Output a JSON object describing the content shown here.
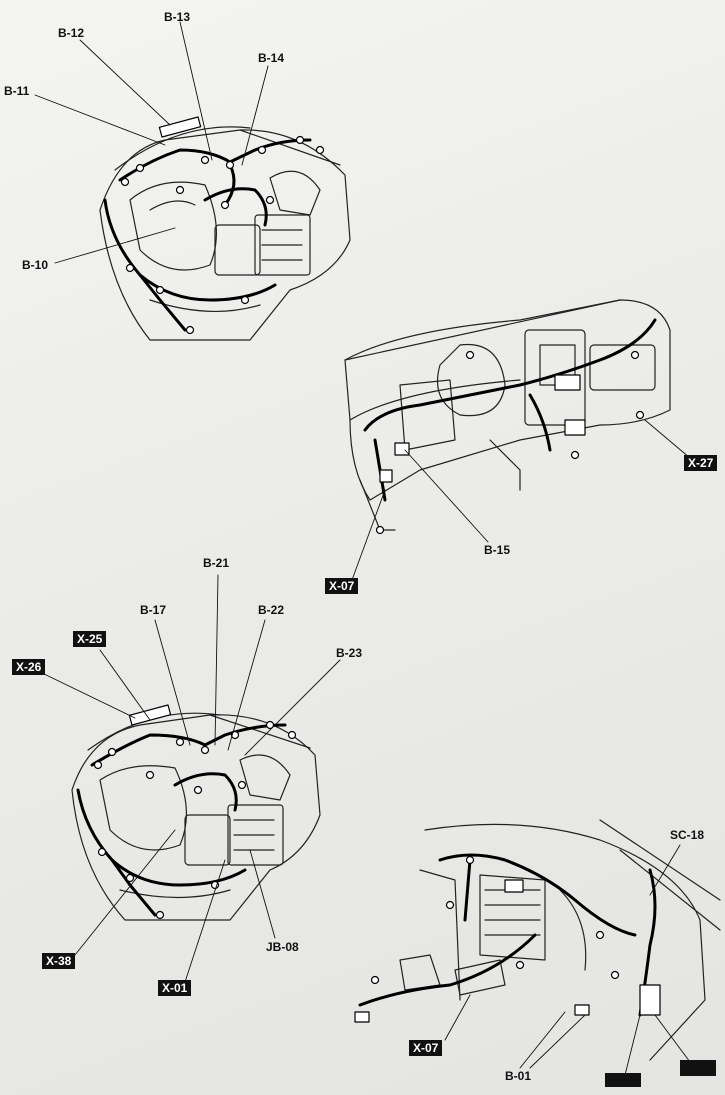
{
  "panels": {
    "engine_top": {
      "labels": [
        "B-10",
        "B-11",
        "B-12",
        "B-13",
        "B-14"
      ]
    },
    "dashboard": {
      "labels": [
        "B-15"
      ],
      "tags": [
        "X-27",
        "X-07"
      ]
    },
    "engine_bottom": {
      "labels": [
        "B-17",
        "B-21",
        "B-22",
        "B-23",
        "JB-08"
      ],
      "tags": [
        "X-25",
        "X-26",
        "X-38",
        "X-01"
      ]
    },
    "floor": {
      "labels": [
        "SC-18",
        "B-01"
      ],
      "tags": [
        "X-07"
      ]
    }
  },
  "colors": {
    "ink": "#111111",
    "paper": "#f1f1ef"
  }
}
